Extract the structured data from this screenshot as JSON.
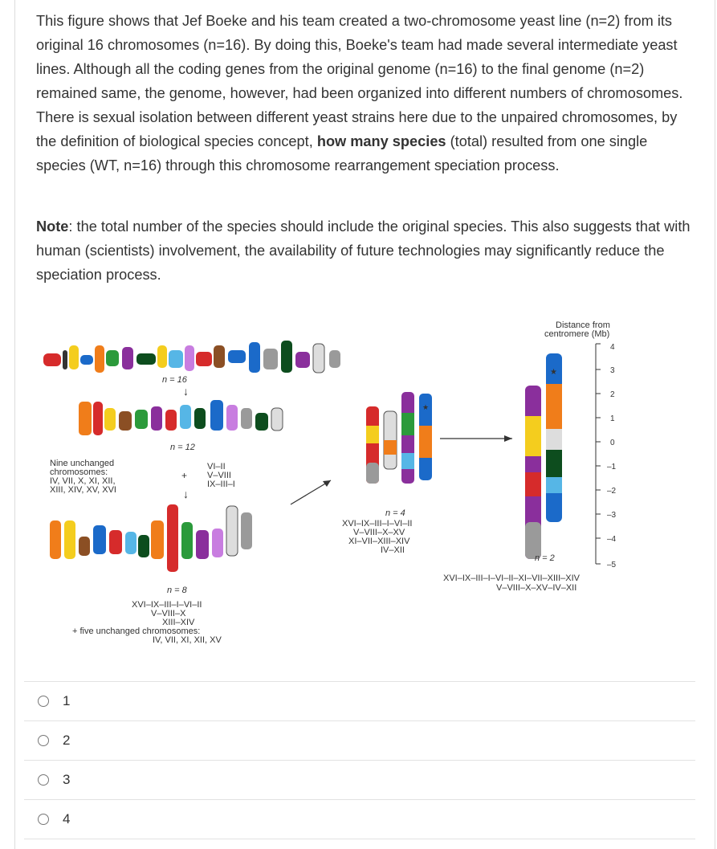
{
  "question": {
    "intro": "This figure shows that Jef Boeke and his team created a two-chromosome yeast line (n=2) from its original 16 chromosomes (n=16).  By doing this, Boeke's team had made several intermediate yeast lines. Although all the coding genes from the original genome (n=16) to the final genome (n=2) remained same, the genome, however, had been organized into different numbers of chromosomes. There is sexual isolation between different yeast strains here due to the unpaired chromosomes, by the definition of biological species concept, ",
    "bold": "how many species",
    "rest": " (total) resulted from one single species (WT, n=16) through this chromosome rearrangement speciation process."
  },
  "note": {
    "label": "Note",
    "text": ": the total number of the species should include the original species. This also suggests that with human (scientists) involvement, the availability of future technologies may significantly reduce the speciation process."
  },
  "figure": {
    "n16": "n = 16",
    "n12": "n = 12",
    "n8": "n = 8",
    "n4": "n = 4",
    "n2": "n = 2",
    "nine_unchanged": [
      "Nine unchanged",
      "chromosomes:",
      "IV, VII, X, XI, XII,",
      "XIII, XIV, XV, XVI"
    ],
    "plus": "+",
    "fusions_12": [
      "VI–II",
      "V–VIII",
      "IX–III–I"
    ],
    "fusions_8": [
      "XVI–IX–III–I–VI–II",
      "V–VIII–X",
      "XIII–XIV"
    ],
    "five_unchanged": [
      "+ five unchanged chromosomes:",
      "IV, VII, XI, XII, XV"
    ],
    "fusions_4": [
      "XVI–IX–III–I–VI–II",
      "V–VIII–X–XV",
      "XI–VII–XIII–XIV",
      "IV–XII"
    ],
    "fusions_2": [
      "XVI–IX–III–I–VI–II–XI–VII–XIII–XIV",
      "V–VIII–X–XV–IV–XII"
    ],
    "scale_title": [
      "Distance from",
      "centromere (Mb)"
    ],
    "scale_ticks": [
      "4",
      "3",
      "2",
      "1",
      "0",
      "–1",
      "–2",
      "–3",
      "–4",
      "–5"
    ],
    "colors": {
      "red": "#d62b2b",
      "orange": "#f07d1a",
      "yellow": "#f4cd1e",
      "green": "#2b9a3b",
      "darkgreen": "#0d4d1e",
      "blue": "#1b6ac9",
      "lightblue": "#56b6e6",
      "purple": "#8a2f9c",
      "lavender": "#c87de0",
      "brown": "#8b4f24",
      "gray": "#9a9a9a",
      "lightgray": "#dddddd",
      "black": "#111111"
    }
  },
  "options": [
    {
      "label": "1"
    },
    {
      "label": "2"
    },
    {
      "label": "3"
    },
    {
      "label": "4"
    }
  ]
}
